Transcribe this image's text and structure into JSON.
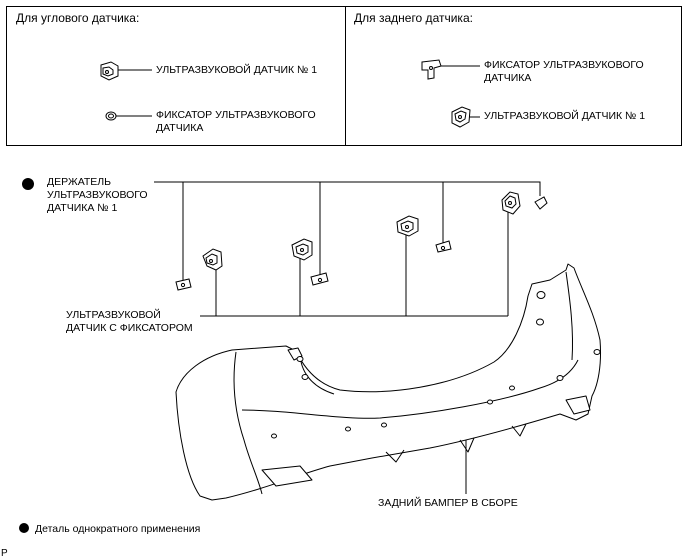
{
  "legend": {
    "corner_title": "Для углового датчика:",
    "rear_title": "Для заднего датчика:",
    "corner_sensor_label": "УЛЬТРАЗВУКОВОЙ ДАТЧИК № 1",
    "corner_retainer_label": [
      "ФИКСАТОР УЛЬТРАЗВУКОВОГО",
      "ДАТЧИКА"
    ],
    "rear_retainer_label": [
      "ФИКСАТОР УЛЬТРАЗВУКОВОГО",
      "ДАТЧИКА"
    ],
    "rear_sensor_label": "УЛЬТРАЗВУКОВОЙ ДАТЧИК № 1"
  },
  "callouts": {
    "holder_label": [
      "ДЕРЖАТЕЛЬ",
      "УЛЬТРАЗВУКОВОГО",
      "ДАТЧИКА № 1"
    ],
    "sensor_with_retainer_label": [
      "УЛЬТРАЗВУКОВОЙ",
      "ДАТЧИК С ФИКСАТОРОМ"
    ],
    "bumper_label": "ЗАДНИЙ БАМПЕР В СБОРЕ"
  },
  "footnote": "Деталь однократного применения",
  "corner_mark": "P"
}
